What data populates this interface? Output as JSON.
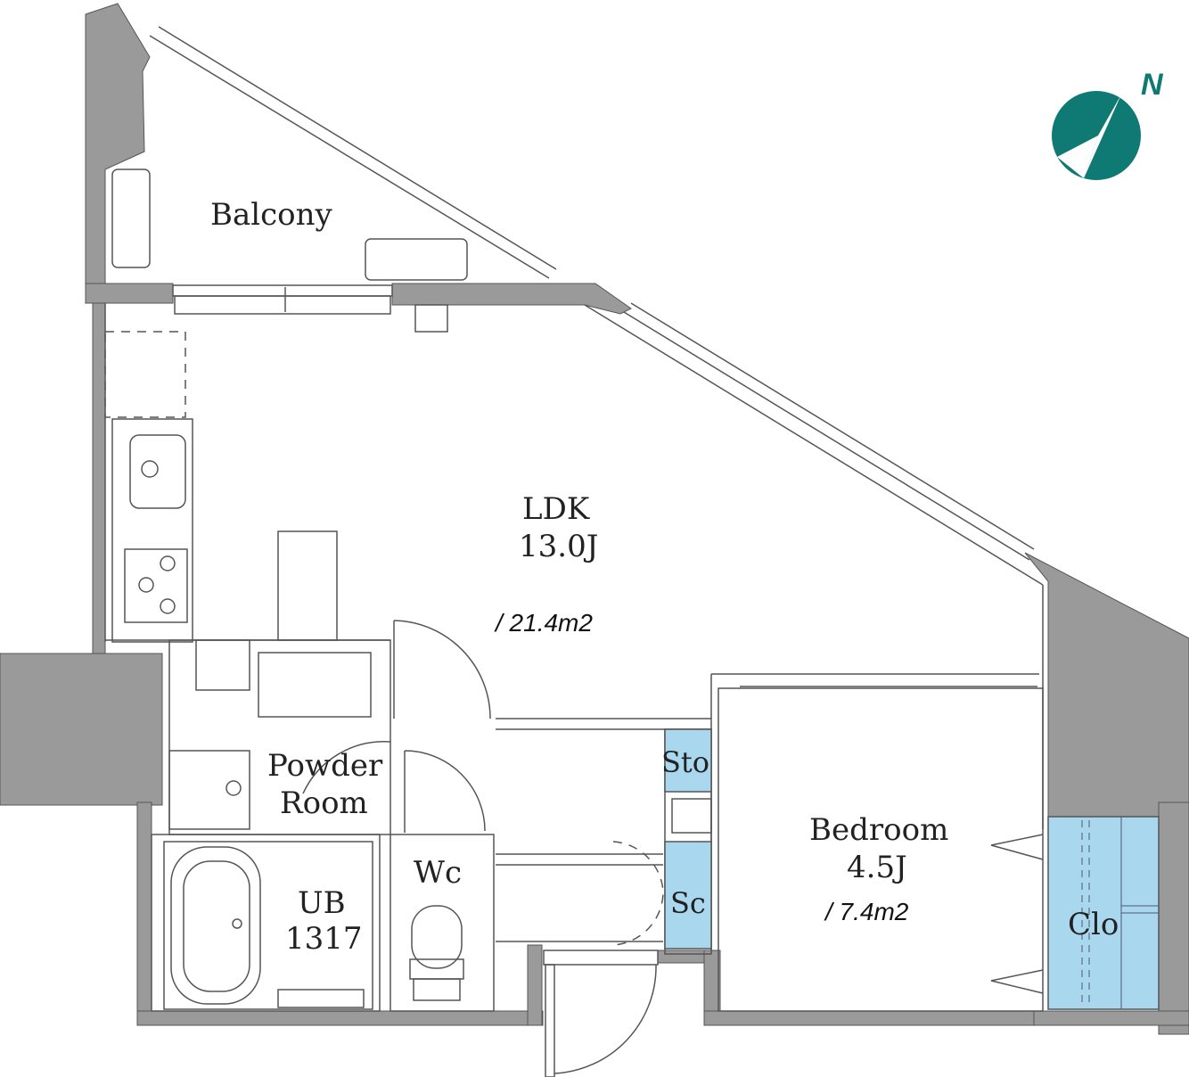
{
  "rooms": {
    "balcony": {
      "name": "Balcony"
    },
    "ldk": {
      "name": "LDK",
      "size": "13.0J",
      "area": "/ 21.4m2"
    },
    "powder_room": {
      "line1": "Powder",
      "line2": "Room"
    },
    "ub": {
      "name": "UB",
      "code": "1317"
    },
    "wc": {
      "name": "Wc"
    },
    "sto": {
      "name": "Sto"
    },
    "sc": {
      "name": "Sc"
    },
    "bedroom": {
      "name": "Bedroom",
      "size": "4.5J",
      "area": "/ 7.4m2"
    },
    "clo": {
      "name": "Clo"
    }
  },
  "compass": {
    "label": "N"
  },
  "colors": {
    "wall": "#9a9a9a",
    "storage_fill": "#a9d8ee",
    "compass": "#0f7a73"
  }
}
